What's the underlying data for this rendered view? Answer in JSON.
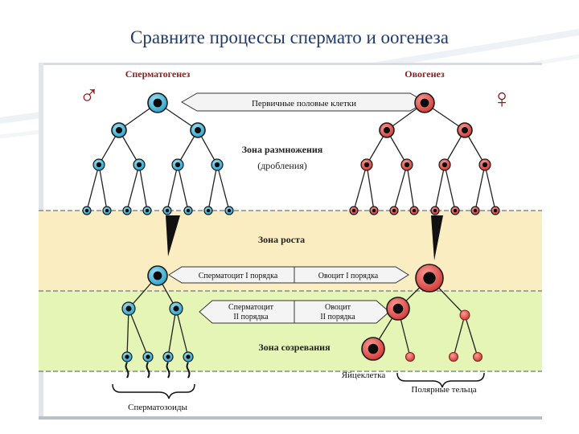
{
  "slide": {
    "title": "Сравните процессы спермато и оогенеза"
  },
  "diagram": {
    "left_heading": "Сперматогенез",
    "right_heading": "Овогенез",
    "male_symbol": "♂",
    "female_symbol": "♀",
    "primary_cells": "Первичные половые клетки",
    "zone_reproduction_line1": "Зона размножения",
    "zone_reproduction_line2": "(дробления)",
    "zone_growth": "Зона роста",
    "spermatocyte_1": "Сперматоцит  I  порядка",
    "oocyte_1": "Овоцит  I  порядка",
    "spermatocyte_2_line1": "Сперматоцит",
    "spermatocyte_2_line2": "II  порядка",
    "oocyte_2_line1": "Овоцит",
    "oocyte_2_line2": "II  порядка",
    "zone_maturation": "Зона созревания",
    "egg_cell": "Яйцеклетка",
    "polar_bodies": "Полярные тельца",
    "spermatozoa": "Сперматозоиды",
    "colors": {
      "male_cell": "#3fb5d8",
      "female_cell": "#e0524e",
      "zone_growth_band": "#fbedc2",
      "zone_maturation_band": "#e4f5b6",
      "heading": "#8c1c1c",
      "title": "#1f3a6e"
    }
  }
}
